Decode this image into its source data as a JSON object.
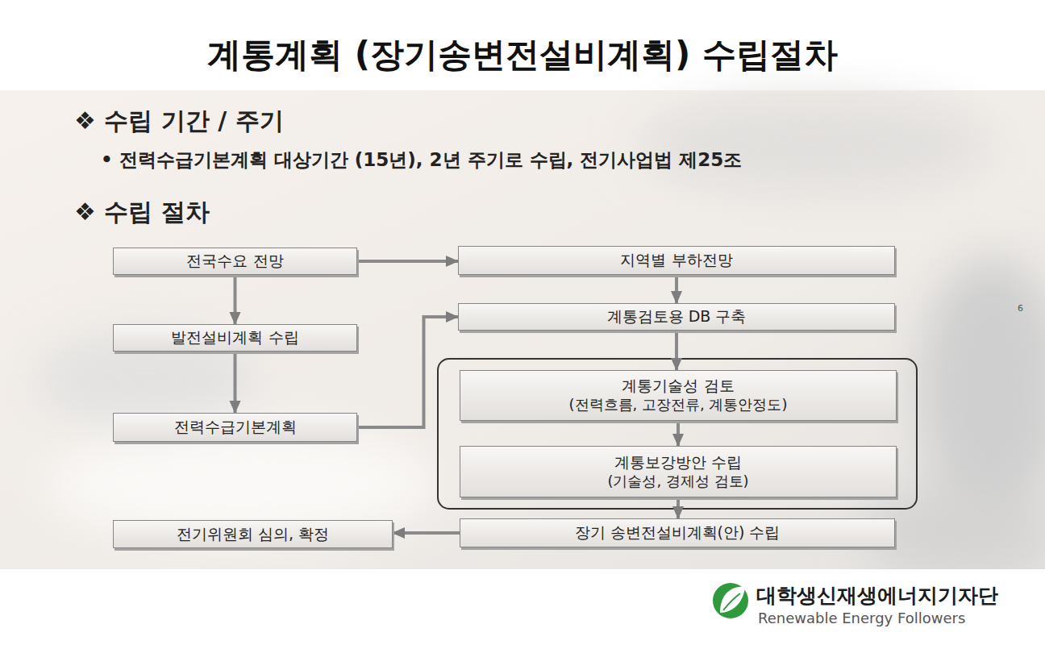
{
  "diagram": {
    "title": "계통계획 (장기송변전설비계획) 수립절차",
    "nodes": [
      {
        "text": [
          "전국수요 전망"
        ]
      },
      {
        "text": [
          "발전설비계획 수립"
        ]
      },
      {
        "text": [
          "전력수급기본계획"
        ]
      },
      {
        "text": [
          "지역별 부하전망"
        ]
      },
      {
        "text": [
          "계통검토용 DB 구축"
        ]
      },
      {
        "text": [
          "계통기술성 검토",
          "(전력흐름, 고장전류, 계통안정도)"
        ]
      },
      {
        "text": [
          "계통보강방안 수립",
          "(기술성, 경제성 검토)"
        ]
      },
      {
        "text": [
          "장기 송변전설비계획(안) 수립"
        ]
      },
      {
        "text": [
          "전기위원회 심의, 확정"
        ]
      }
    ],
    "edges": [
      {
        "from": 0,
        "to": 3,
        "arrow": "to"
      },
      {
        "from": 0,
        "to": 1,
        "arrow": "to"
      },
      {
        "from": 1,
        "to": 2,
        "arrow": "to"
      },
      {
        "from": 2,
        "to": 4,
        "arrow": "to"
      },
      {
        "from": 3,
        "to": 4,
        "arrow": "to"
      },
      {
        "from": 4,
        "to": 5,
        "arrow": "to"
      },
      {
        "from": 5,
        "to": 6,
        "arrow": "to"
      },
      {
        "from": 6,
        "to": 7,
        "arrow": "to"
      },
      {
        "from": 7,
        "to": 8,
        "arrow": "to"
      }
    ],
    "labels": [
      "❖ 수립 기간 / 주기",
      "• 전력수급기본계획 대상기간 (15년), 2년 주기로 수립, 전기사업법 제25조",
      "❖ 수립 절차",
      "6",
      "대학생신재생에너지기자단",
      "Renewable Energy Followers"
    ]
  }
}
